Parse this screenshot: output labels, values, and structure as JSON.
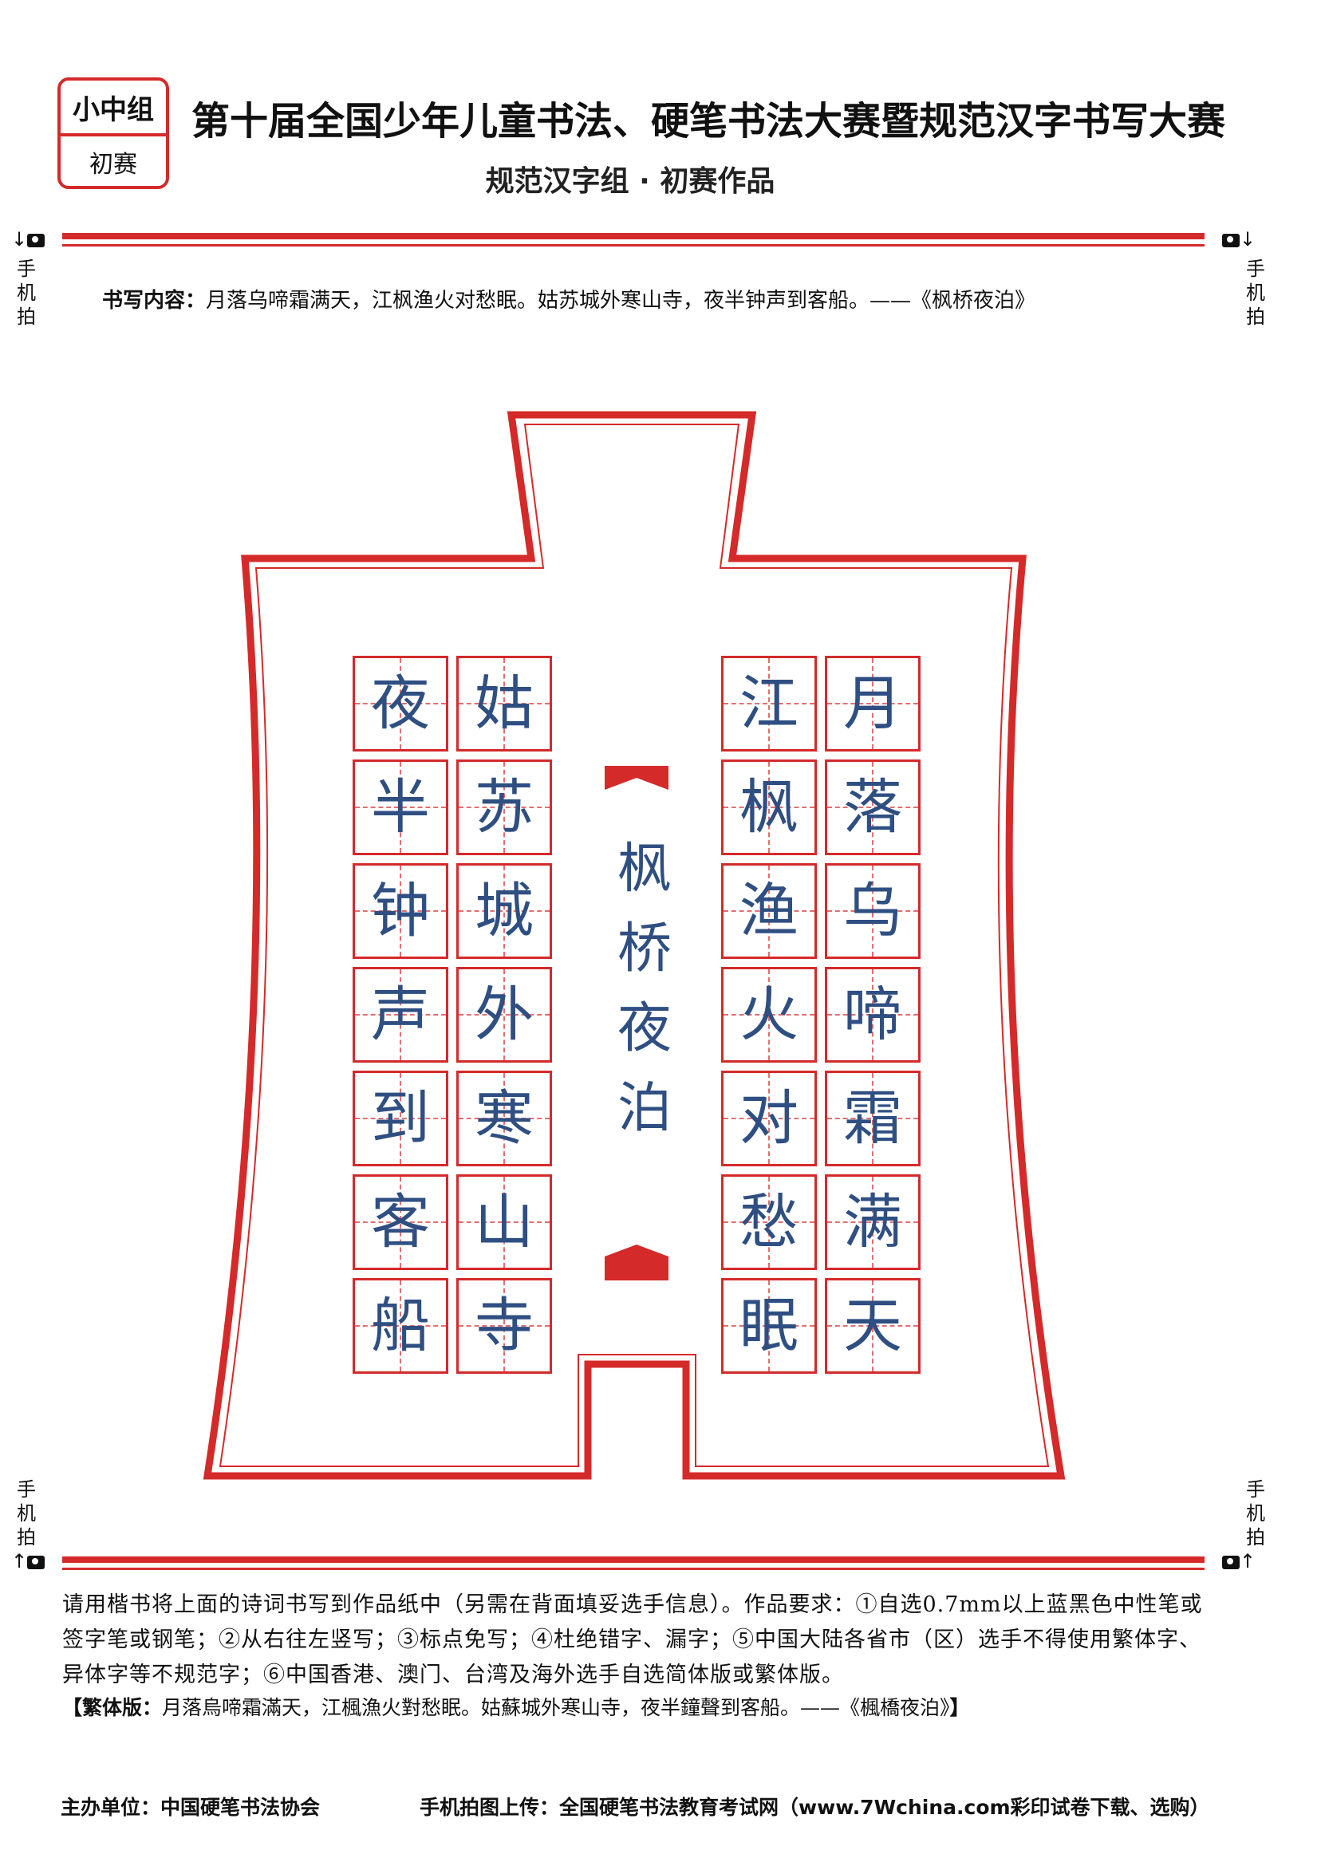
{
  "badge": {
    "group": "小中组",
    "stage": "初赛"
  },
  "header": {
    "title": "第十届全国少年儿童书法、硬笔书法大赛暨规范汉字书写大赛",
    "subtitle": "规范汉字组 · 初赛作品"
  },
  "side_label": "手机拍",
  "content": {
    "label": "书写内容：",
    "text": "月落乌啼霜满天，江枫渔火对愁眠。姑苏城外寒山寺，夜半钟声到客船。——《枫桥夜泊》"
  },
  "colors": {
    "accent": "#d42a2a",
    "ink": "#2f4f82"
  },
  "artwork": {
    "poem_title": [
      "枫",
      "桥",
      "夜",
      "泊"
    ],
    "columns": [
      [
        "月",
        "落",
        "乌",
        "啼",
        "霜",
        "满",
        "天"
      ],
      [
        "江",
        "枫",
        "渔",
        "火",
        "对",
        "愁",
        "眠"
      ],
      [
        "姑",
        "苏",
        "城",
        "外",
        "寒",
        "山",
        "寺"
      ],
      [
        "夜",
        "半",
        "钟",
        "声",
        "到",
        "客",
        "船"
      ]
    ]
  },
  "requirements": "请用楷书将上面的诗词书写到作品纸中（另需在背面填妥选手信息）。作品要求：①自选0.7mm以上蓝黑色中性笔或签字笔或钢笔；②从右往左竖写；③标点免写；④杜绝错字、漏字；⑤中国大陆各省市（区）选手不得使用繁体字、异体字等不规范字；⑥中国香港、澳门、台湾及海外选手自选简体版或繁体版。",
  "traditional": {
    "open": "【",
    "label": "繁体版：",
    "text": "月落烏啼霜滿天，江楓漁火對愁眠。姑蘇城外寒山寺，夜半鐘聲到客船。——《楓橋夜泊》",
    "close": "】"
  },
  "footer": {
    "organizer": "主办单位：中国硬笔书法协会",
    "upload": "手机拍图上传：全国硬笔书法教育考试网（www.7Wchina.com彩印试卷下载、选购）"
  }
}
